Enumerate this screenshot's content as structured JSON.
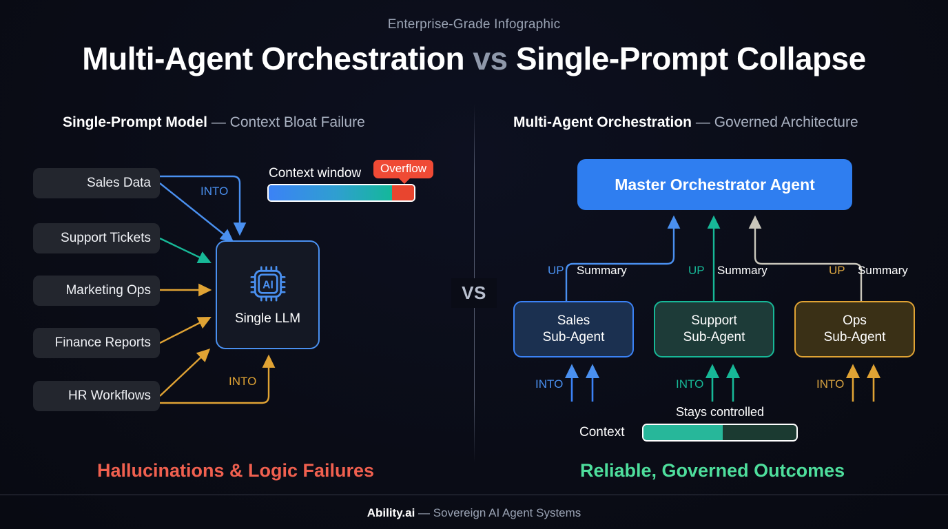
{
  "header": {
    "kicker": "Enterprise-Grade Infographic",
    "title_part1": "Multi-Agent Orchestration",
    "title_vs": "vs",
    "title_part2": "Single-Prompt Collapse"
  },
  "center": {
    "vs_label": "VS"
  },
  "left_panel": {
    "heading_strong": "Single-Prompt Model",
    "heading_sub": "— Context Bloat Failure",
    "sources": [
      {
        "label": "Sales Data",
        "color": "#4a90f0"
      },
      {
        "label": "Support Tickets",
        "color": "#17b897"
      },
      {
        "label": "Marketing Ops",
        "color": "#e0a334"
      },
      {
        "label": "Finance Reports",
        "color": "#e0a334"
      },
      {
        "label": "HR Workflows",
        "color": "#e0a334"
      }
    ],
    "node": {
      "label": "Single LLM",
      "icon": "ai-chip-icon",
      "icon_text": "AI",
      "border_color": "#4a90f0"
    },
    "edge_labels": [
      {
        "label": "INTO",
        "color": "#4a90f0"
      },
      {
        "label": "INTO",
        "color": "#e0a334"
      }
    ],
    "context": {
      "label": "Context window",
      "fill_percent": 85,
      "overflow_percent": 15,
      "overflow_badge": "Overflow",
      "overflow_color": "#ef4a35",
      "fill_gradient_from": "#3b82f6",
      "fill_gradient_to": "#14b89a"
    },
    "outcome": "Hallucinations & Logic Failures",
    "outcome_color": "#f0604f"
  },
  "right_panel": {
    "heading_strong": "Multi-Agent Orchestration",
    "heading_sub": "— Governed Architecture",
    "orchestrator": {
      "label": "Master Orchestrator Agent",
      "color": "#2f7ef0"
    },
    "agents": [
      {
        "line1": "Sales",
        "line2": "Sub-Agent",
        "border": "#3b82f6",
        "fill": "#1b3050",
        "up_label": "UP",
        "summary_label": "Summary",
        "into_label": "INTO"
      },
      {
        "line1": "Support",
        "line2": "Sub-Agent",
        "border": "#17b897",
        "fill": "#1d3b38",
        "up_label": "UP",
        "summary_label": "Summary",
        "into_label": "INTO"
      },
      {
        "line1": "Ops",
        "line2": "Sub-Agent",
        "border": "#e0a334",
        "fill": "#3a3016",
        "up_label": "UP",
        "summary_label": "Summary",
        "into_label": "INTO"
      }
    ],
    "context": {
      "caption": "Stays controlled",
      "label": "Context",
      "fill_percent": 52,
      "fill_color": "#27b79a",
      "track_color": "#1b3a31"
    },
    "outcome": "Reliable, Governed Outcomes",
    "outcome_color": "#4ede9c"
  },
  "footer": {
    "brand": "Ability.ai",
    "tagline": "— Sovereign AI Agent Systems"
  }
}
